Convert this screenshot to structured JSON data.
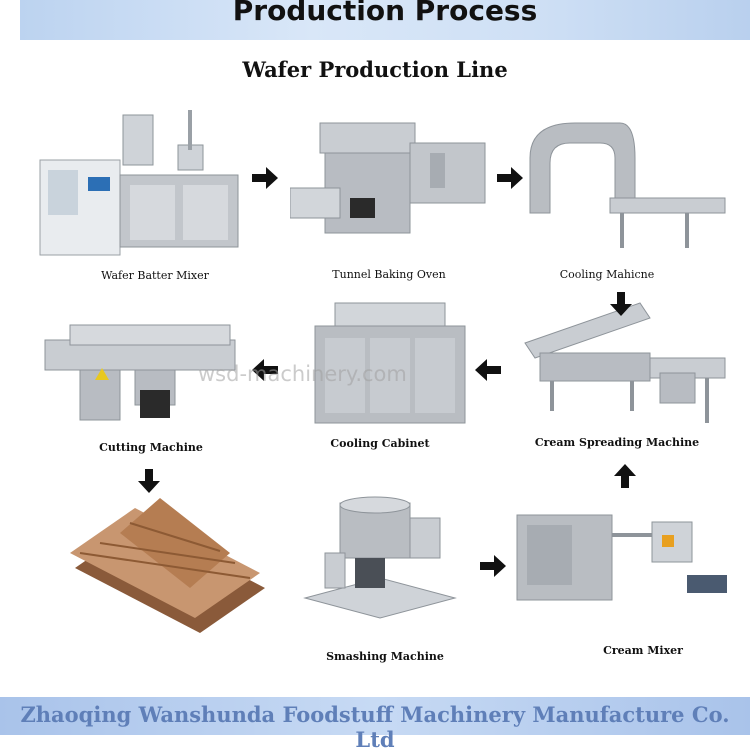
{
  "header": {
    "title": "Production Process"
  },
  "line_title": "Wafer Production Line",
  "steps": [
    {
      "label": "Wafer Batter Mixer"
    },
    {
      "label": "Tunnel Baking Oven"
    },
    {
      "label": "Cooling Mahicne"
    },
    {
      "label": "Cream Spreading Machine"
    },
    {
      "label": "Cooling Cabinet"
    },
    {
      "label": "Cutting Machine"
    },
    {
      "label": "Smashing Machine"
    },
    {
      "label": "Cream Mixer"
    }
  ],
  "watermark": "wsd-machinery.com",
  "footer": {
    "company": "Zhaoqing Wanshunda Foodstuff Machinery Manufacture Co. Ltd"
  },
  "colors": {
    "banner": "#c7daf4",
    "company_text": "#5f7fb8",
    "steel": "#b8bcc2"
  },
  "icons": [
    "arrow-right-icon",
    "arrow-left-icon",
    "arrow-down-icon",
    "arrow-up-icon"
  ]
}
